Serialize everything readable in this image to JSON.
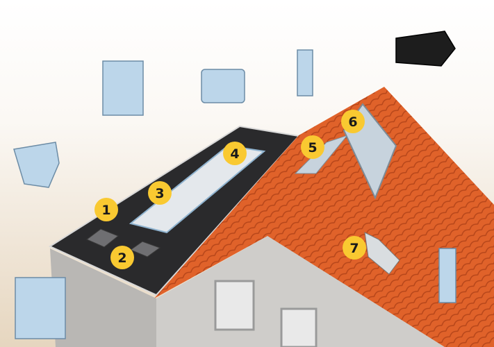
{
  "colors": {
    "badge": "#f9c931",
    "roof_tiles": "#e0622a",
    "flat_roof": "#2a2a2c",
    "wall": "#c9c7c4",
    "profile": "#bcd6ea"
  },
  "callouts": [
    {
      "label": "1",
      "part": "flat-roof-hatch"
    },
    {
      "label": "2",
      "part": "flat-roof-hatch"
    },
    {
      "label": "3",
      "part": "barrel-skylight"
    },
    {
      "label": "4",
      "part": "barrel-skylight"
    },
    {
      "label": "5",
      "part": "roof-window-glazing"
    },
    {
      "label": "6",
      "part": "roof-window-glazing"
    },
    {
      "label": "7",
      "part": "roof-window"
    }
  ]
}
